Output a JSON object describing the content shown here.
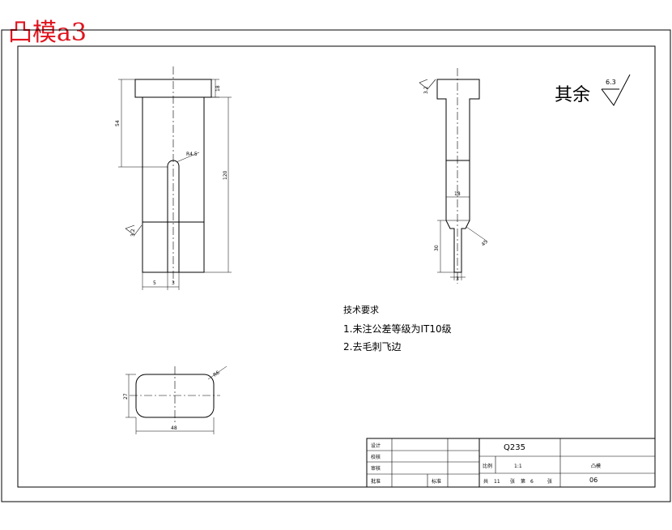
{
  "title": "凸模a3",
  "roughness": {
    "label": "其余",
    "value": "6.3"
  },
  "local_roughness": "3.2",
  "views": {
    "front": {
      "dims": {
        "head": "18",
        "upper": "54",
        "total": "120",
        "radius": "R4.5",
        "left": "5",
        "slot": "3"
      }
    },
    "section": {
      "dims": {
        "width": "18",
        "length": "30",
        "angle": "45",
        "tip": "3"
      }
    },
    "top": {
      "dims": {
        "height": "27",
        "width": "48",
        "radius": "R6"
      }
    }
  },
  "notes": {
    "heading": "技术要求",
    "items": [
      "1.未注公差等级为IT10级",
      "2.去毛刺飞边"
    ]
  },
  "title_block": {
    "design": "设计",
    "check": "校核",
    "audit": "审核",
    "approve": "批准",
    "standard": "标准",
    "material": "Q235",
    "scale_label": "比例",
    "scale_value": "1:1",
    "part_name": "凸模",
    "total_label": "共",
    "total_value": "11",
    "sheet_label": "张",
    "sheet_no_label": "第",
    "sheet_value": "6",
    "page_label": "张",
    "drawing_no": "06"
  }
}
